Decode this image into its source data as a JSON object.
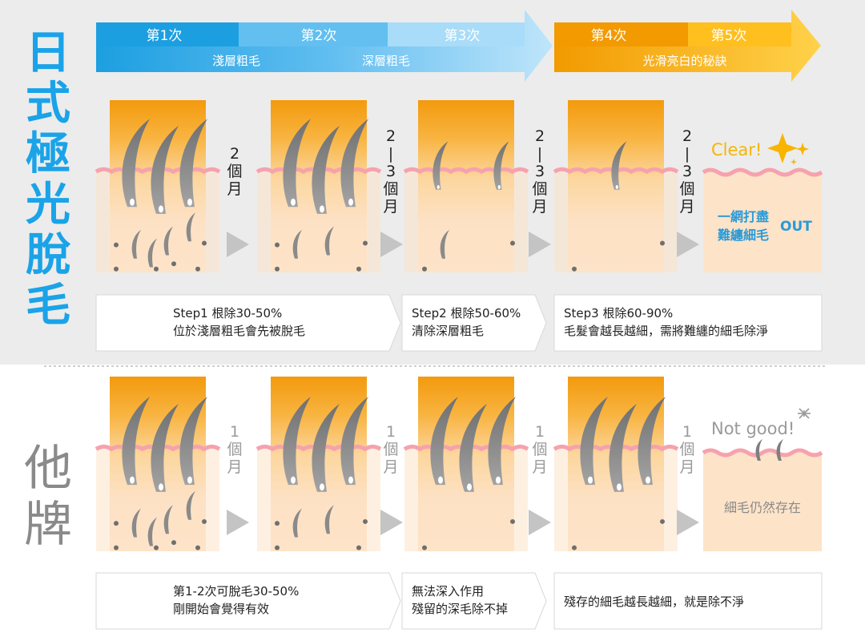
{
  "colors": {
    "top_bg": "#ececec",
    "title_blue": "#1aa3e8",
    "title_grey": "#8a8a8a",
    "blue_dark": "#1c9fe0",
    "blue_mid": "#62bff0",
    "blue_light": "#a9dcf8",
    "orange_dark": "#f29a00",
    "orange_light": "#ffc830",
    "skin": "#fde3c8",
    "skin_edge": "#f6a2ae",
    "hair": "#7f7f7f",
    "text_blue": "#2a9ad8",
    "text_grey": "#9a9a9a",
    "sparkle": "#f7b500"
  },
  "top": {
    "title": "日式極光脫毛",
    "sessions": [
      "第1次",
      "第2次",
      "第3次",
      "第4次",
      "第5次"
    ],
    "sublabels": [
      "淺層粗毛",
      "深層粗毛",
      "光滑亮白的秘訣"
    ],
    "intervals": [
      {
        "lines": [
          "2",
          "個",
          "月"
        ]
      },
      {
        "lines": [
          "2",
          "|",
          "3",
          "個",
          "月"
        ]
      },
      {
        "lines": [
          "2",
          "|",
          "3",
          "個",
          "月"
        ]
      },
      {
        "lines": [
          "2",
          "|",
          "3",
          "個",
          "月"
        ]
      }
    ],
    "panels": [
      {
        "big_hairs": 3,
        "small_hairs": 4,
        "dots": 6
      },
      {
        "big_hairs": 3,
        "small_hairs": 2,
        "dots": 4
      },
      {
        "big_hairs": 2,
        "small_hairs": 1,
        "dots": 2
      },
      {
        "big_hairs": 1,
        "small_hairs": 0,
        "dots": 2
      }
    ],
    "final": {
      "clear": "Clear!",
      "text_lines": [
        "一網打盡",
        "難纏細毛"
      ],
      "out": "OUT"
    },
    "steps": [
      {
        "line1": "Step1 根除30-50%",
        "line2": "位於淺層粗毛會先被脫毛"
      },
      {
        "line1": "Step2 根除50-60%",
        "line2": "清除深層粗毛"
      },
      {
        "line1": "Step3 根除60-90%",
        "line2": "毛髮會越長越細，需將難纏的細毛除淨"
      }
    ]
  },
  "bottom": {
    "title": "他牌",
    "intervals": [
      {
        "lines": [
          "1",
          "個",
          "月"
        ]
      },
      {
        "lines": [
          "1",
          "個",
          "月"
        ]
      },
      {
        "lines": [
          "1",
          "個",
          "月"
        ]
      },
      {
        "lines": [
          "1",
          "個",
          "月"
        ]
      }
    ],
    "panels": [
      {
        "big_hairs": 3,
        "small_hairs": 4,
        "dots": 6
      },
      {
        "big_hairs": 3,
        "small_hairs": 2,
        "dots": 4
      },
      {
        "big_hairs": 3,
        "small_hairs": 0,
        "dots": 2
      },
      {
        "big_hairs": 3,
        "small_hairs": 0,
        "dots": 2
      }
    ],
    "final": {
      "notgood": "Not good!",
      "text": "細毛仍然存在"
    },
    "steps": [
      {
        "line1": "第1-2次可脫毛30-50%",
        "line2": "剛開始會覺得有效"
      },
      {
        "line1": "無法深入作用",
        "line2": "殘留的深毛除不掉"
      },
      {
        "line1": "殘存的細毛越長越細，就是除不淨",
        "line2": ""
      }
    ]
  }
}
